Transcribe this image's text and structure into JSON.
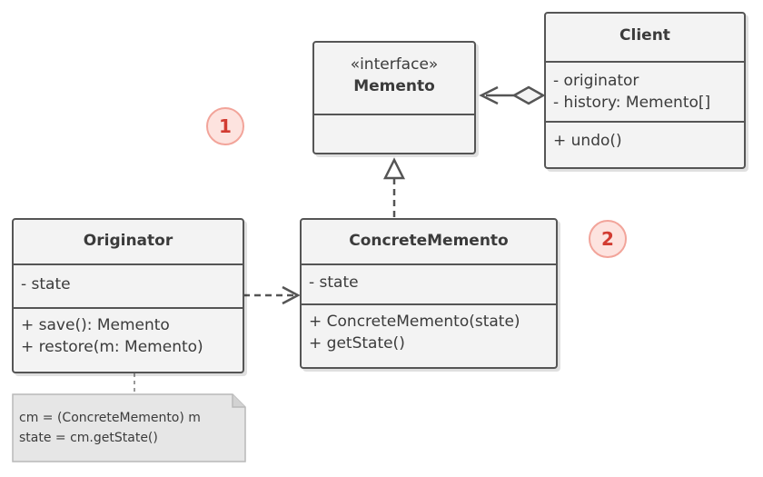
{
  "memento": {
    "stereotype": "«interface»",
    "name": "Memento"
  },
  "client": {
    "name": "Client",
    "fields": [
      "- originator",
      "- history: Memento[]"
    ],
    "methods": [
      "+ undo()"
    ]
  },
  "originator": {
    "name": "Originator",
    "fields": [
      "- state"
    ],
    "methods": [
      "+ save(): Memento",
      "+ restore(m: Memento)"
    ]
  },
  "concrete_memento": {
    "name": "ConcreteMemento",
    "fields": [
      "- state"
    ],
    "methods": [
      "+ ConcreteMemento(state)",
      "+ getState()"
    ]
  },
  "note": {
    "lines": [
      "cm = (ConcreteMemento) m",
      "state = cm.getState()"
    ]
  },
  "badges": [
    "1",
    "2"
  ],
  "colors": {
    "box_fill": "#f3f3f3",
    "box_border": "#555555",
    "badge_fill": "#fde3df",
    "badge_border": "#f2a49a",
    "badge_text": "#d23c32",
    "note_fill": "#e6e6e6"
  }
}
